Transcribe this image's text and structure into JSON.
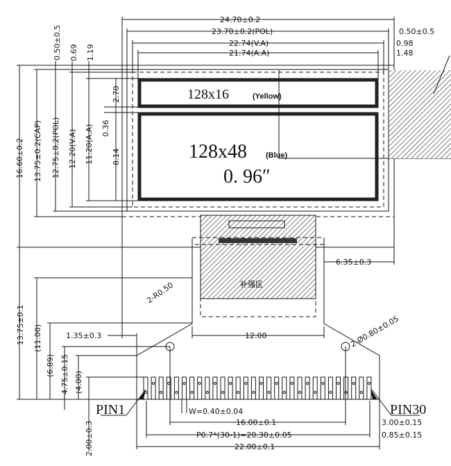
{
  "display": {
    "yellow_area": "128x16",
    "yellow_label": "(Yellow)",
    "blue_area": "128x48",
    "blue_label": "(Blue)",
    "size": "0. 96″",
    "stiffener_label": "补强区"
  },
  "top_dims": {
    "outline": "24.70±0.2",
    "polarizer": "23.70±0.2(POL)",
    "viewing_area": "22.74(V.A)",
    "active_area": "21.74(A.A)",
    "right_offset_1": "0.50±0.5",
    "right_offset_2": "0.98",
    "right_offset_3": "1.48"
  },
  "left_dims": {
    "top_offset_1": "0.50±0.5",
    "top_offset_2": "0.69",
    "top_offset_3": "1.19",
    "outline_height": "16.60±0.2",
    "cap_height": "13.75±0.2(CAP)",
    "pol_height": "12.75±0.2(POL)",
    "va_height": "12.20(V.A)",
    "aa_height": "11.20(A.A)",
    "yellow_height": "2.70",
    "gap": "0.36",
    "blue_height": "8.14"
  },
  "fpc_dims": {
    "fpc_length": "13.75±0.1",
    "d_11": "(11.00)",
    "d_689": "(6.89)",
    "d_475": "4.75±0.15",
    "d_400": "(4.00)",
    "d_200": "2.00±0.3",
    "d_135": "1.35±0.3",
    "radius": "2-R0.50",
    "hole": "2-Ø0.80±0.05",
    "width_right": "6.35±0.3",
    "neck_width": "12.00",
    "pin_width": "W=0.40±0.04",
    "hole_pitch": "16.00±0.1",
    "pin_pitch": "P0.7*(30-1)=20.30±0.05",
    "total_width": "22.00±0.1",
    "edge_1": "3.00±0.15",
    "edge_2": "0.85±0.15",
    "pin1": "PIN1",
    "pin30": "PIN30"
  }
}
